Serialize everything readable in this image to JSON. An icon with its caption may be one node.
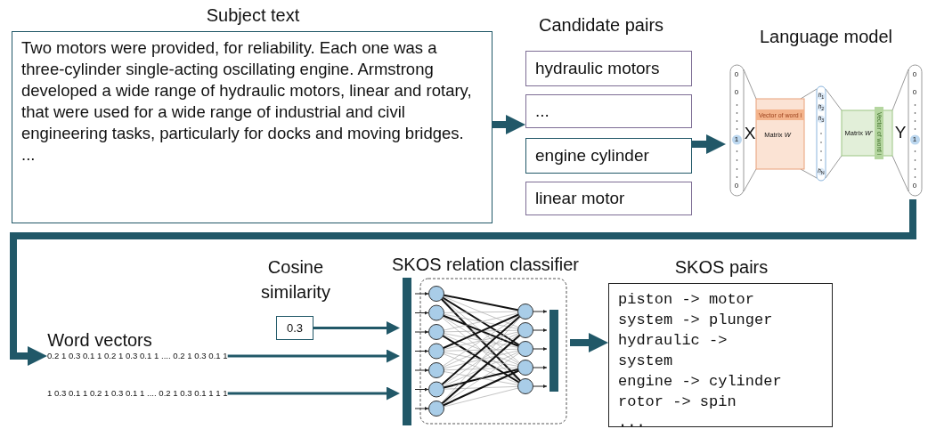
{
  "diagram": {
    "nodes": [
      {
        "text": [
          "Subject text",
          "Two motors were provided, for reliability. Each one was a three-cylinder single-acting oscillating engine. Armstrong developed a wide range of hydraulic motors, linear and rotary, that were used for a wide range of industrial and civil engineering tasks, particularly for docks and moving bridges.",
          "..."
        ]
      },
      {
        "text": [
          "hydraulic motors"
        ]
      },
      {
        "text": [
          "..."
        ]
      },
      {
        "text": [
          "engine cylinder"
        ]
      },
      {
        "text": [
          "linear motor"
        ]
      },
      {
        "text": [
          "Language model"
        ]
      },
      {
        "text": [
          "0.2 1 0.3 0.1 1 0.2 1 0.3 0.1 1 .... 0.2 1 0.3 0.1 1"
        ]
      },
      {
        "text": [
          "1 0.3 0.1 1 0.2 1 0.3 0.1 1 .... 0.2 1 0.3 0.1 1 1 1"
        ]
      },
      {
        "text": [
          "Cosine similarity",
          "0.3"
        ]
      },
      {
        "text": [
          "SKOS relation classifier"
        ]
      },
      {
        "text": [
          "SKOS pairs",
          "piston -> motor",
          "system -> plunger",
          "hydraulic -> system",
          "engine -> cylinder",
          "rotor -> spin",
          "..."
        ]
      }
    ],
    "edges": [
      {
        "from": 0,
        "to": 2,
        "arrow": "to"
      },
      {
        "from": 3,
        "to": 5,
        "arrow": "to"
      },
      {
        "from": 5,
        "to": 6,
        "arrow": "to"
      },
      {
        "from": 6,
        "to": 9,
        "arrow": "to"
      },
      {
        "from": 7,
        "to": 9,
        "arrow": "to"
      },
      {
        "from": 8,
        "to": 9,
        "arrow": "to"
      },
      {
        "from": 9,
        "to": 10,
        "arrow": "to"
      }
    ],
    "labels": [
      "Candidate pairs",
      "0",
      "0",
      "1",
      "0",
      "X",
      "Vector of word i",
      "Matrix *W*",
      "*h*$_{1}$",
      "*h*$_{2}$",
      "*h*$_{3}$",
      "*h*$_{N}$",
      "Matrix *W'*",
      "Vector of word i",
      "Y",
      "0",
      "0",
      "1",
      "0",
      "Word vectors"
    ]
  }
}
